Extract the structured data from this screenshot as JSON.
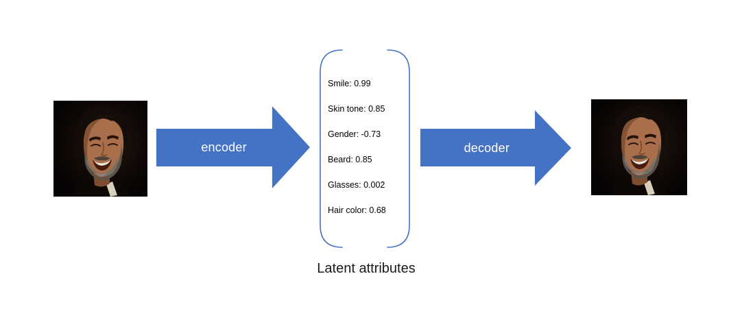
{
  "diagram": {
    "encoder": {
      "label": "encoder"
    },
    "decoder": {
      "label": "decoder"
    },
    "latent": {
      "title": "Latent attributes",
      "attributes": [
        "Smile: 0.99",
        "Skin tone: 0.85",
        "Gender: -0.73",
        "Beard: 0.85",
        "Glasses: 0.002",
        "Hair color: 0.68"
      ]
    },
    "images": {
      "input": "smiling bearded man photo",
      "output": "smiling bearded man photo (reconstruction)"
    },
    "colors": {
      "arrow_fill": "#4472C4",
      "arrow_text": "#ffffff",
      "bracket_stroke": "#4472C4",
      "attribute_text": "#000000",
      "background": "#ffffff"
    }
  }
}
